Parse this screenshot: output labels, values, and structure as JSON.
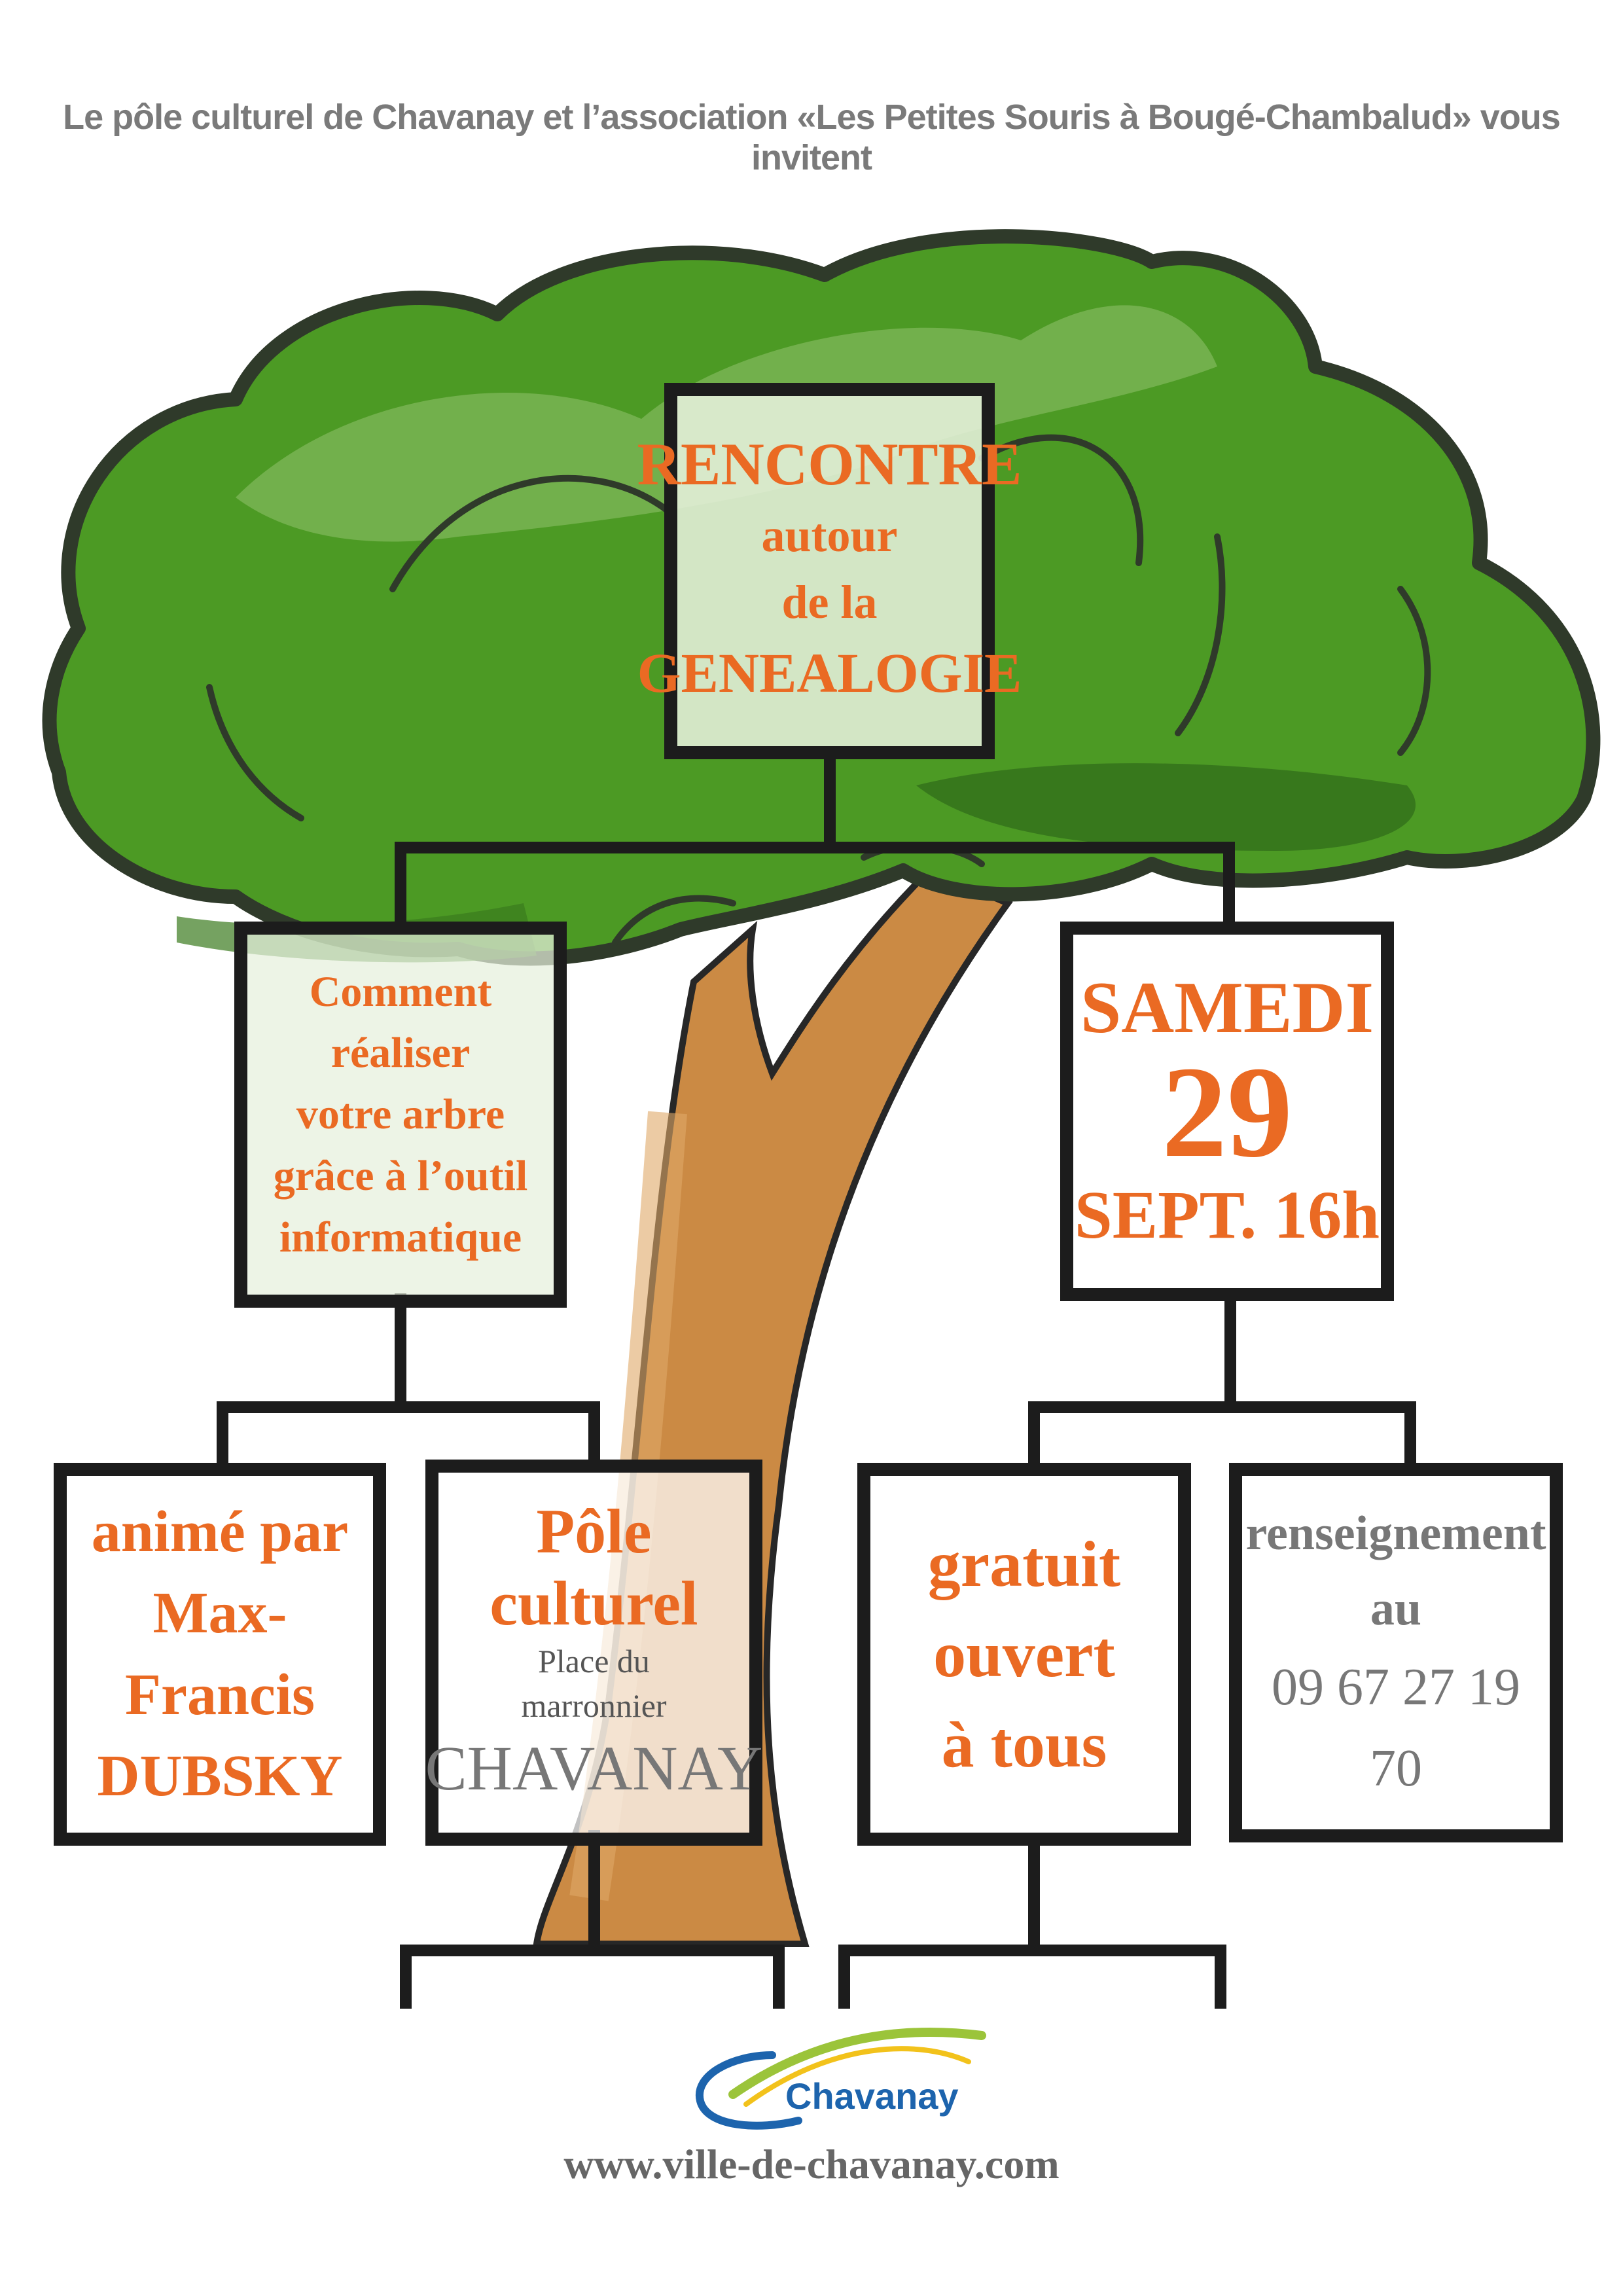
{
  "header": {
    "text": "Le pôle culturel de Chavanay et l’association «Les Petites Souris à Bougé-Chambalud» vous invitent"
  },
  "colors": {
    "orange": "#ea6a23",
    "grey_text": "#777777",
    "tree_green": "#4c9a24",
    "trunk": "#c9843a",
    "border": "#1c1c1c",
    "logo_blue": "#1d64ad"
  },
  "title_box": {
    "line1": "RENCONTRE",
    "line2": "autour",
    "line3": "de la",
    "line4": "GENEALOGIE"
  },
  "left_box": {
    "line1": "Comment réaliser",
    "line2": "votre arbre",
    "line3": "grâce à l’outil",
    "line4": "informatique"
  },
  "date_box": {
    "day": "SAMEDI",
    "number": "29",
    "rest": "SEPT. 16h"
  },
  "presenter_box": {
    "line1": "animé par",
    "line2": "Max-Francis",
    "line3": "DUBSKY"
  },
  "venue_box": {
    "line1": "Pôle culturel",
    "line2": "Place du",
    "line3": "marronnier",
    "line4": "CHAVANAY"
  },
  "free_box": {
    "line1": "gratuit",
    "line2": "ouvert",
    "line3": "à tous"
  },
  "info_box": {
    "line1": "renseignement",
    "line2": "au",
    "line3": "09 67 27 19 70"
  },
  "logo": {
    "text": "Chavanay",
    "icon": "chavanay-swoosh-logo"
  },
  "footer": {
    "url": "www.ville-de-chavanay.com"
  }
}
